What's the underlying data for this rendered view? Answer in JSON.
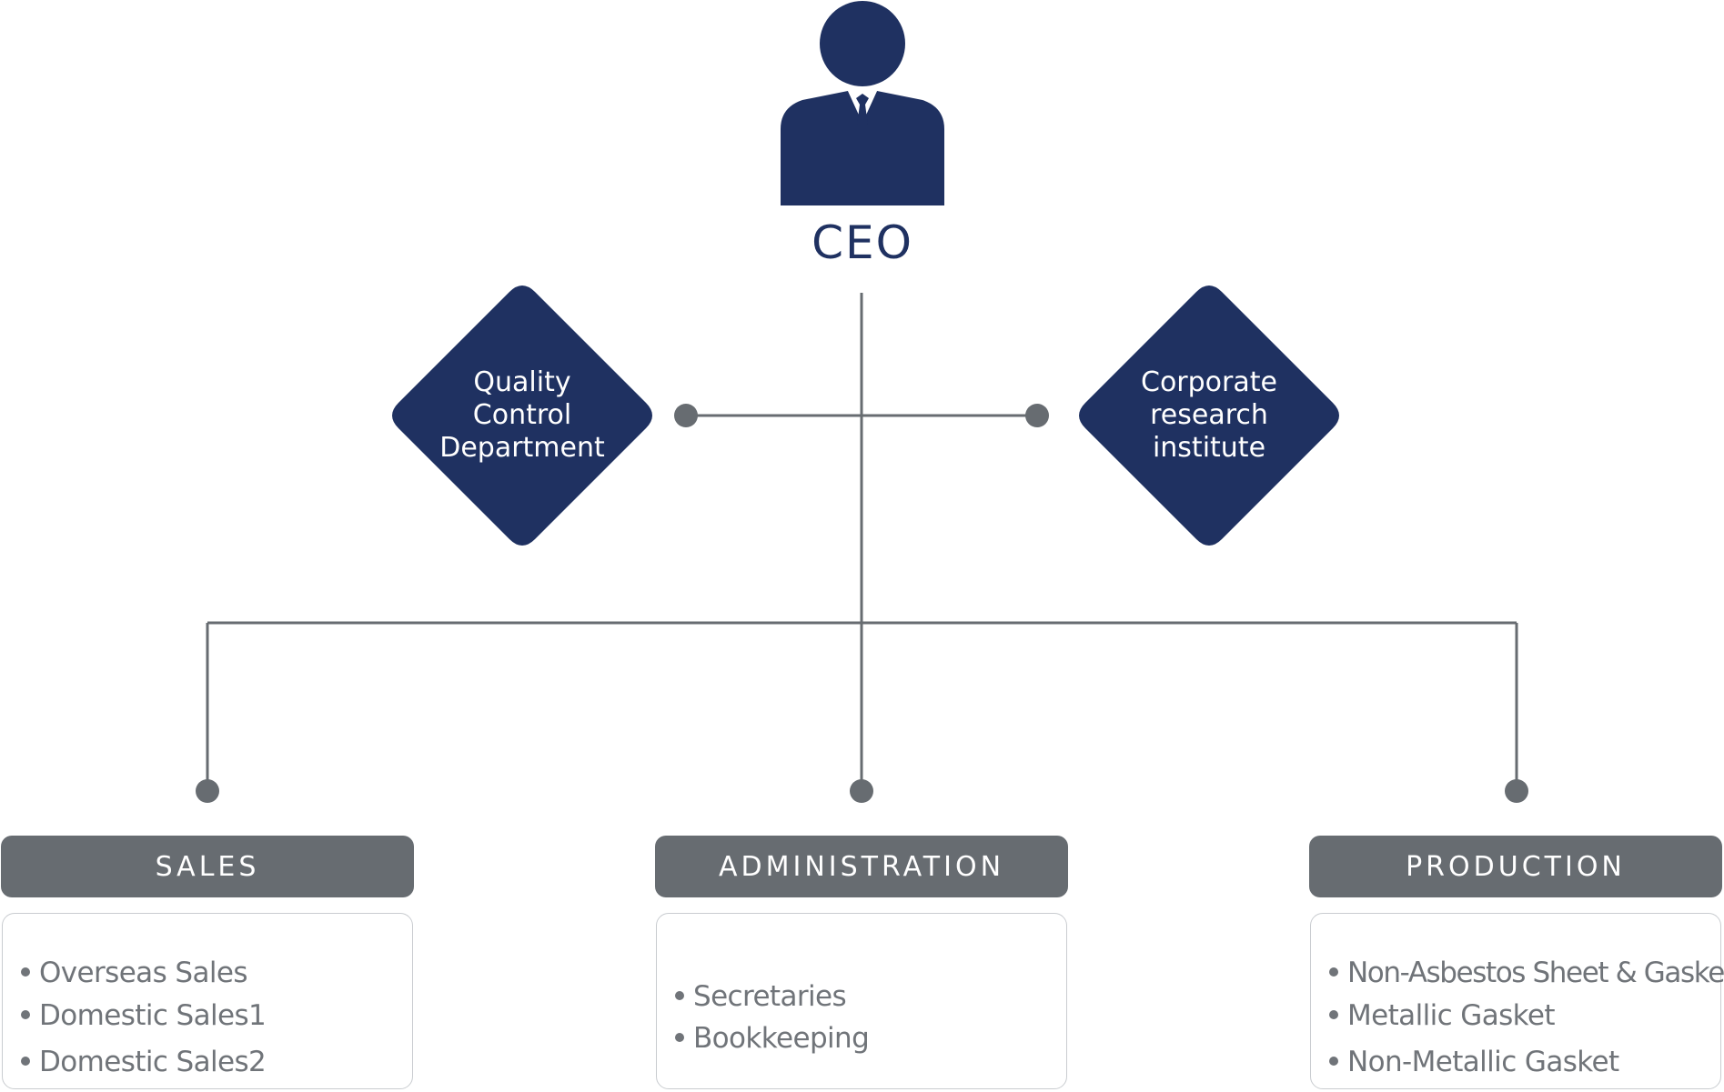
{
  "colors": {
    "navy": "#1f3161",
    "connector": "#676c71",
    "header_bg": "#676c71",
    "list_text": "#707479",
    "list_border": "#c9ccd0"
  },
  "ceo": {
    "icon": "person-with-tie-icon",
    "label": "CEO"
  },
  "staff_units": [
    {
      "label_lines": [
        "Quality",
        "Control",
        "Department"
      ]
    },
    {
      "label_lines": [
        "Corporate",
        "research",
        "institute"
      ]
    }
  ],
  "departments": [
    {
      "name": "SALES",
      "items": [
        "Overseas Sales",
        "Domestic Sales1",
        "Domestic Sales2"
      ]
    },
    {
      "name": "ADMINISTRATION",
      "items": [
        "Secretaries",
        "Bookkeeping"
      ]
    },
    {
      "name": "PRODUCTION",
      "items": [
        "Non-Asbestos Sheet & Gasket",
        "Metallic Gasket",
        "Non-Metallic Gasket"
      ]
    }
  ]
}
